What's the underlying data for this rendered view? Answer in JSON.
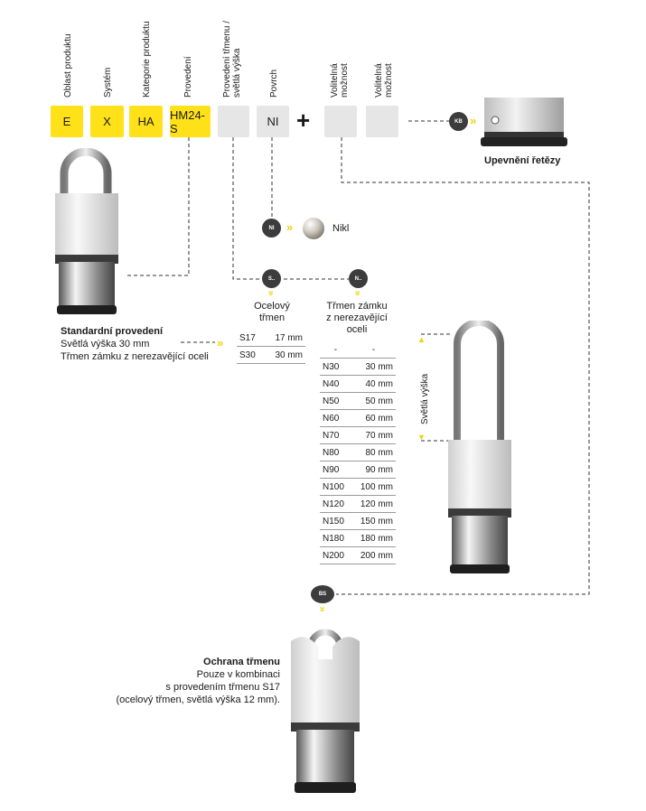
{
  "header_labels": {
    "oblast": "Oblast produktu",
    "system": "Systém",
    "kategorie": "Kategorie produktu",
    "provedeni": "Provedení",
    "trmen": "Provedení třmenu /\nsvětlá výška",
    "povrch": "Povrch",
    "volitelna1": "Volitelná\nmožnost",
    "volitelna2": "Volitelná\nmožnost"
  },
  "codes": {
    "oblast": "E",
    "system": "X",
    "kategorie": "HA",
    "provedeni": "HM24-S",
    "trmen": "",
    "povrch": "NI",
    "plus": "+",
    "volitelna1": "",
    "volitelna2": ""
  },
  "colors": {
    "accent_yellow": "#ffe11a",
    "badge_dark": "#3c3c3c",
    "box_grey": "#e6e6e6"
  },
  "badges": {
    "kb": "KB",
    "ni": "NI",
    "s": "S..",
    "n": "N..",
    "bs": "BS"
  },
  "chain": {
    "label": "Upevnění řetězy"
  },
  "nickel": {
    "label": "Nikl"
  },
  "standard": {
    "title": "Standardní provedení",
    "line1": "Světlá výška 30 mm",
    "line2": "Třmen zámku z nerezavějící oceli"
  },
  "steel_table": {
    "heading": "Ocelový\ntřmen",
    "rows": [
      {
        "code": "S17",
        "value": "17 mm"
      },
      {
        "code": "S30",
        "value": "30 mm"
      }
    ]
  },
  "stainless_table": {
    "heading": "Třmen zámku\nz nerezavějící\noceli",
    "rows": [
      {
        "code": "-",
        "value": "-"
      },
      {
        "code": "N30",
        "value": "30 mm"
      },
      {
        "code": "N40",
        "value": "40 mm"
      },
      {
        "code": "N50",
        "value": "50 mm"
      },
      {
        "code": "N60",
        "value": "60 mm"
      },
      {
        "code": "N70",
        "value": "70 mm"
      },
      {
        "code": "N80",
        "value": "80 mm"
      },
      {
        "code": "N90",
        "value": "90 mm"
      },
      {
        "code": "N100",
        "value": "100 mm"
      },
      {
        "code": "N120",
        "value": "120 mm"
      },
      {
        "code": "N150",
        "value": "150 mm"
      },
      {
        "code": "N180",
        "value": "180 mm"
      },
      {
        "code": "N200",
        "value": "200 mm"
      }
    ]
  },
  "height_label": "Světlá výška",
  "protection": {
    "title": "Ochrana třmenu",
    "line1": "Pouze v kombinaci",
    "line2": "s provedením třmenu S17",
    "line3": "(ocelový třmen, světlá výška 12 mm)."
  }
}
